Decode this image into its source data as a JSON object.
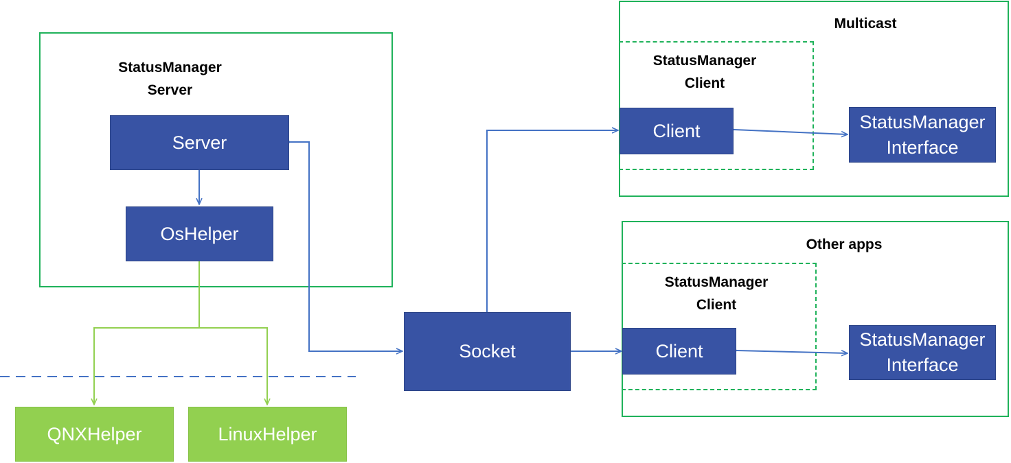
{
  "server_group": {
    "title_line1": "StatusManager",
    "title_line2": "Server",
    "server": "Server",
    "oshelper": "OsHelper"
  },
  "helpers": {
    "qnx": "QNXHelper",
    "linux": "LinuxHelper"
  },
  "socket": "Socket",
  "multicast_group": {
    "title": "Multicast",
    "client_title_line1": "StatusManager",
    "client_title_line2": "Client",
    "client": "Client",
    "interface_line1": "StatusManager",
    "interface_line2": "Interface"
  },
  "other_apps_group": {
    "title": "Other apps",
    "client_title_line1": "StatusManager",
    "client_title_line2": "Client",
    "client": "Client",
    "interface_line1": "StatusManager",
    "interface_line2": "Interface"
  },
  "colors": {
    "node_blue": "#3853a4",
    "node_green": "#92d050",
    "frame_green": "#1fb25a",
    "arrow_blue": "#4472c4",
    "arrow_green": "#92d050"
  }
}
